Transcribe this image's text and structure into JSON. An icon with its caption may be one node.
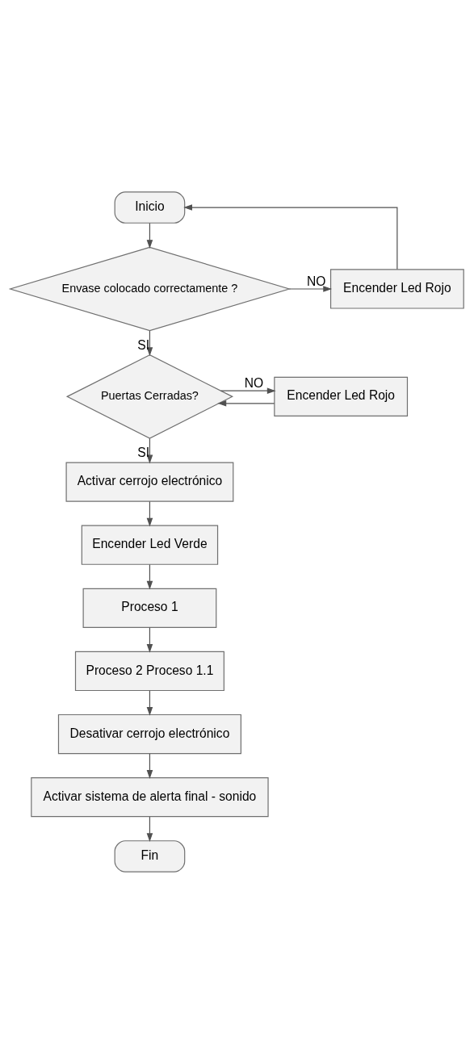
{
  "diagram": {
    "nodes": [
      {
        "text": [
          "Inicio"
        ]
      },
      {
        "text": [
          "Envase colocado correctamente ?"
        ]
      },
      {
        "text": [
          "Encender Led Rojo"
        ]
      },
      {
        "text": [
          "Puertas Cerradas?"
        ]
      },
      {
        "text": [
          "Encender Led Rojo"
        ]
      },
      {
        "text": [
          "Activar cerrojo electrónico"
        ]
      },
      {
        "text": [
          "Encender Led Verde"
        ]
      },
      {
        "text": [
          "Proceso 1"
        ]
      },
      {
        "text": [
          "Proceso 2 Proceso 1.1"
        ]
      },
      {
        "text": [
          "Desativar cerrojo electrónico"
        ]
      },
      {
        "text": [
          "Activar sistema de alerta final - sonido"
        ]
      },
      {
        "text": [
          "Fin"
        ]
      }
    ],
    "edges": [
      {
        "from": 0,
        "to": 1,
        "arrow": "to"
      },
      {
        "from": 1,
        "to": 2,
        "arrow": "to",
        "label": "NO"
      },
      {
        "from": 2,
        "to": 0,
        "arrow": "to"
      },
      {
        "from": 1,
        "to": 3,
        "arrow": "to",
        "label": "SI"
      },
      {
        "from": 3,
        "to": 4,
        "arrow": "to",
        "label": "NO"
      },
      {
        "from": 4,
        "to": 3,
        "arrow": "to"
      },
      {
        "from": 3,
        "to": 5,
        "arrow": "to",
        "label": "SI"
      },
      {
        "from": 5,
        "to": 6,
        "arrow": "to"
      },
      {
        "from": 6,
        "to": 7,
        "arrow": "to"
      },
      {
        "from": 7,
        "to": 8,
        "arrow": "to"
      },
      {
        "from": 8,
        "to": 9,
        "arrow": "to"
      },
      {
        "from": 9,
        "to": 10,
        "arrow": "to"
      },
      {
        "from": 10,
        "to": 11,
        "arrow": "to"
      }
    ]
  }
}
